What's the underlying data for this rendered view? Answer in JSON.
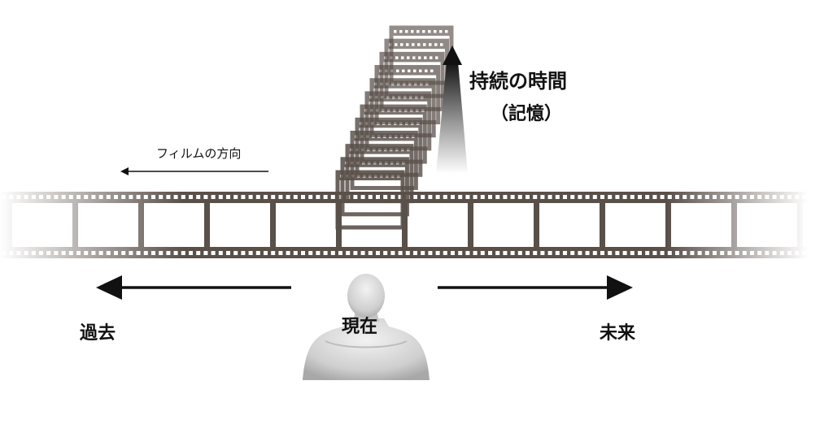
{
  "labels": {
    "past": "過去",
    "present": "現在",
    "future": "未来",
    "duration": "持続の時間",
    "memory": "（記憶）",
    "film_direction": "フィルムの方向"
  },
  "colors": {
    "film": "#5a504a",
    "arrow": "#111111",
    "figure": "#d4d4d4",
    "background": "#ffffff"
  },
  "icons": {
    "figure": "person-silhouette-icon",
    "left_arrow": "arrow-left-icon",
    "right_arrow": "arrow-right-icon",
    "up_arrow": "arrow-up-gradient-icon"
  }
}
